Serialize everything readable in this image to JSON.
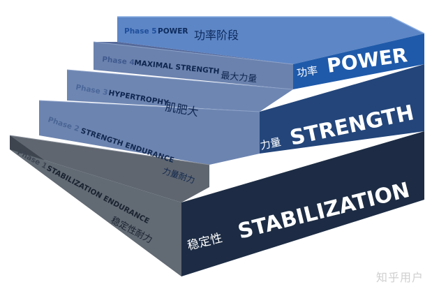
{
  "steps": [
    {
      "phase": "Phase 1",
      "name": "STABILIZATION ENDURANCE",
      "name_cn": "稳定性耐力",
      "category_cn": "稳定性",
      "category_en": "STABILIZATION",
      "colors": {
        "top": "#5e6670",
        "front": "#243652",
        "side": "#3f4854",
        "text": "#1a2330",
        "phase": "#3c4551"
      }
    },
    {
      "phase": "Phase 2",
      "name": "STRENGTH ENDURANCE",
      "name_cn": "力量耐力",
      "category_cn": "",
      "category_en": "",
      "colors": {
        "top": "#6d85b0",
        "front": "#2c4a7c",
        "side": "#4a638e",
        "text": "#13294f",
        "phase": "#4a6594"
      }
    },
    {
      "phase": "Phase 3",
      "name": "HYPERTROPHY",
      "name_cn": "肌肥大",
      "category_cn": "力量",
      "category_en": "STRENGTH",
      "colors": {
        "top": "#6f88b5",
        "front": "#2a4a80",
        "side": "#4b6594",
        "text": "#0f2650",
        "phase": "#4a6699"
      }
    },
    {
      "phase": "Phase 4",
      "name": "MAXIMAL STRENGTH",
      "name_cn": "最大力量",
      "category_cn": "",
      "category_en": "",
      "colors": {
        "top": "#6a82b2",
        "front": "#284a82",
        "side": "#485f92",
        "text": "#0f2650",
        "phase": "#3f5a8f"
      }
    },
    {
      "phase": "Phase 5",
      "name": "POWER",
      "name_cn": "功率阶段",
      "category_cn": "功率",
      "category_en": "POWER",
      "colors": {
        "top": "#3f74c4",
        "front": "#1e5fb0",
        "side": "#2c5aa8",
        "text": "#0d2a5c",
        "phase": "#1f4f9c"
      }
    }
  ],
  "watermark": "知乎用户"
}
